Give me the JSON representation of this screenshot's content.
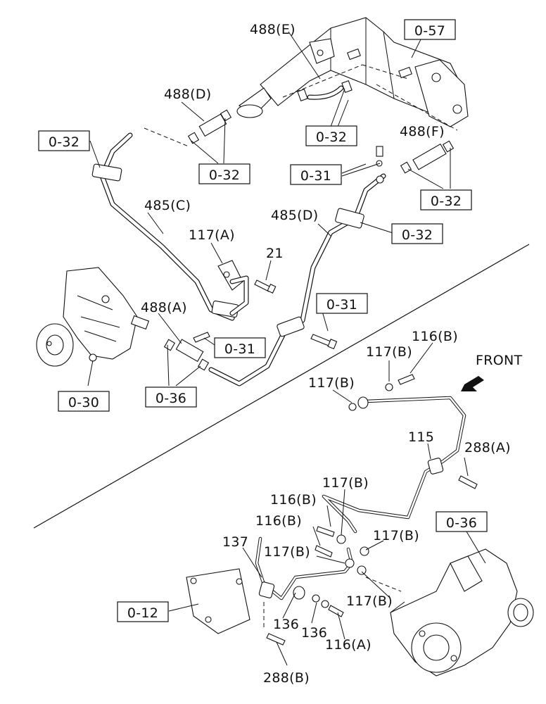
{
  "diagram": {
    "refs": {
      "r057": "0-57",
      "r032_a": "0-32",
      "r032_b": "0-32",
      "r032_c": "0-32",
      "r032_d": "0-32",
      "r032_e": "0-32",
      "r031_a": "0-31",
      "r031_b": "0-31",
      "r031_c": "0-31",
      "r030": "0-30",
      "r036_a": "0-36",
      "r036_b": "0-36",
      "r012": "0-12"
    },
    "labels": {
      "p488e": "488(E)",
      "p488d": "488(D)",
      "p488f": "488(F)",
      "p488a": "488(A)",
      "p485c": "485(C)",
      "p485d": "485(D)",
      "p117a": "117(A)",
      "p21": "21",
      "p116b_1": "116(B)",
      "p117b_1": "117(B)",
      "p117b_2": "117(B)",
      "p115": "115",
      "p288a": "288(A)",
      "p117b_3": "117(B)",
      "p116b_2": "116(B)",
      "p116b_3": "116(B)",
      "p117b_4": "117(B)",
      "p117b_5": "117(B)",
      "p117b_6": "117(B)",
      "p137": "137",
      "p136_a": "136",
      "p136_b": "136",
      "p116a": "116(A)",
      "p288b": "288(B)"
    },
    "front_label": "FRONT"
  }
}
